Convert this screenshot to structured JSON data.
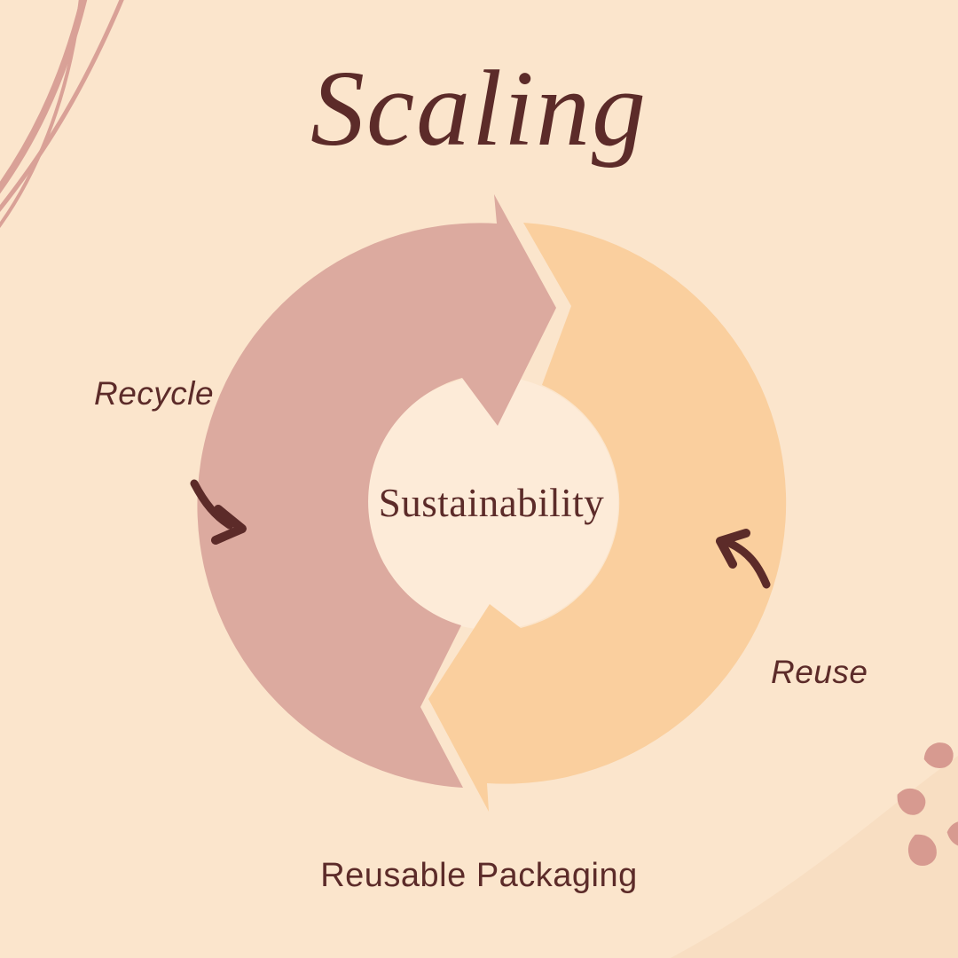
{
  "title": "Scaling",
  "caption": "Reusable Packaging",
  "diagram": {
    "type": "cycle",
    "direction": "clockwise",
    "center_label": "Sustainability",
    "segments": [
      {
        "label": "Recycle",
        "position": "left",
        "color": "#dcaa9f"
      },
      {
        "label": "Reuse",
        "position": "right",
        "color": "#facf9e"
      }
    ]
  },
  "icons": {
    "left_arrow": "curved-arrow-down-right",
    "right_arrow": "curved-arrow-up-left",
    "corner_decor": "sweeping-lines",
    "corner_blobs": "scattered-petal-dots"
  },
  "colors": {
    "background": "#fbe5cc",
    "center_circle": "#fdebd8",
    "text": "#5c2b29",
    "decor_lines": "#d9a197",
    "corner_shade": "#f8dec2",
    "blobs": "#d79a90"
  }
}
